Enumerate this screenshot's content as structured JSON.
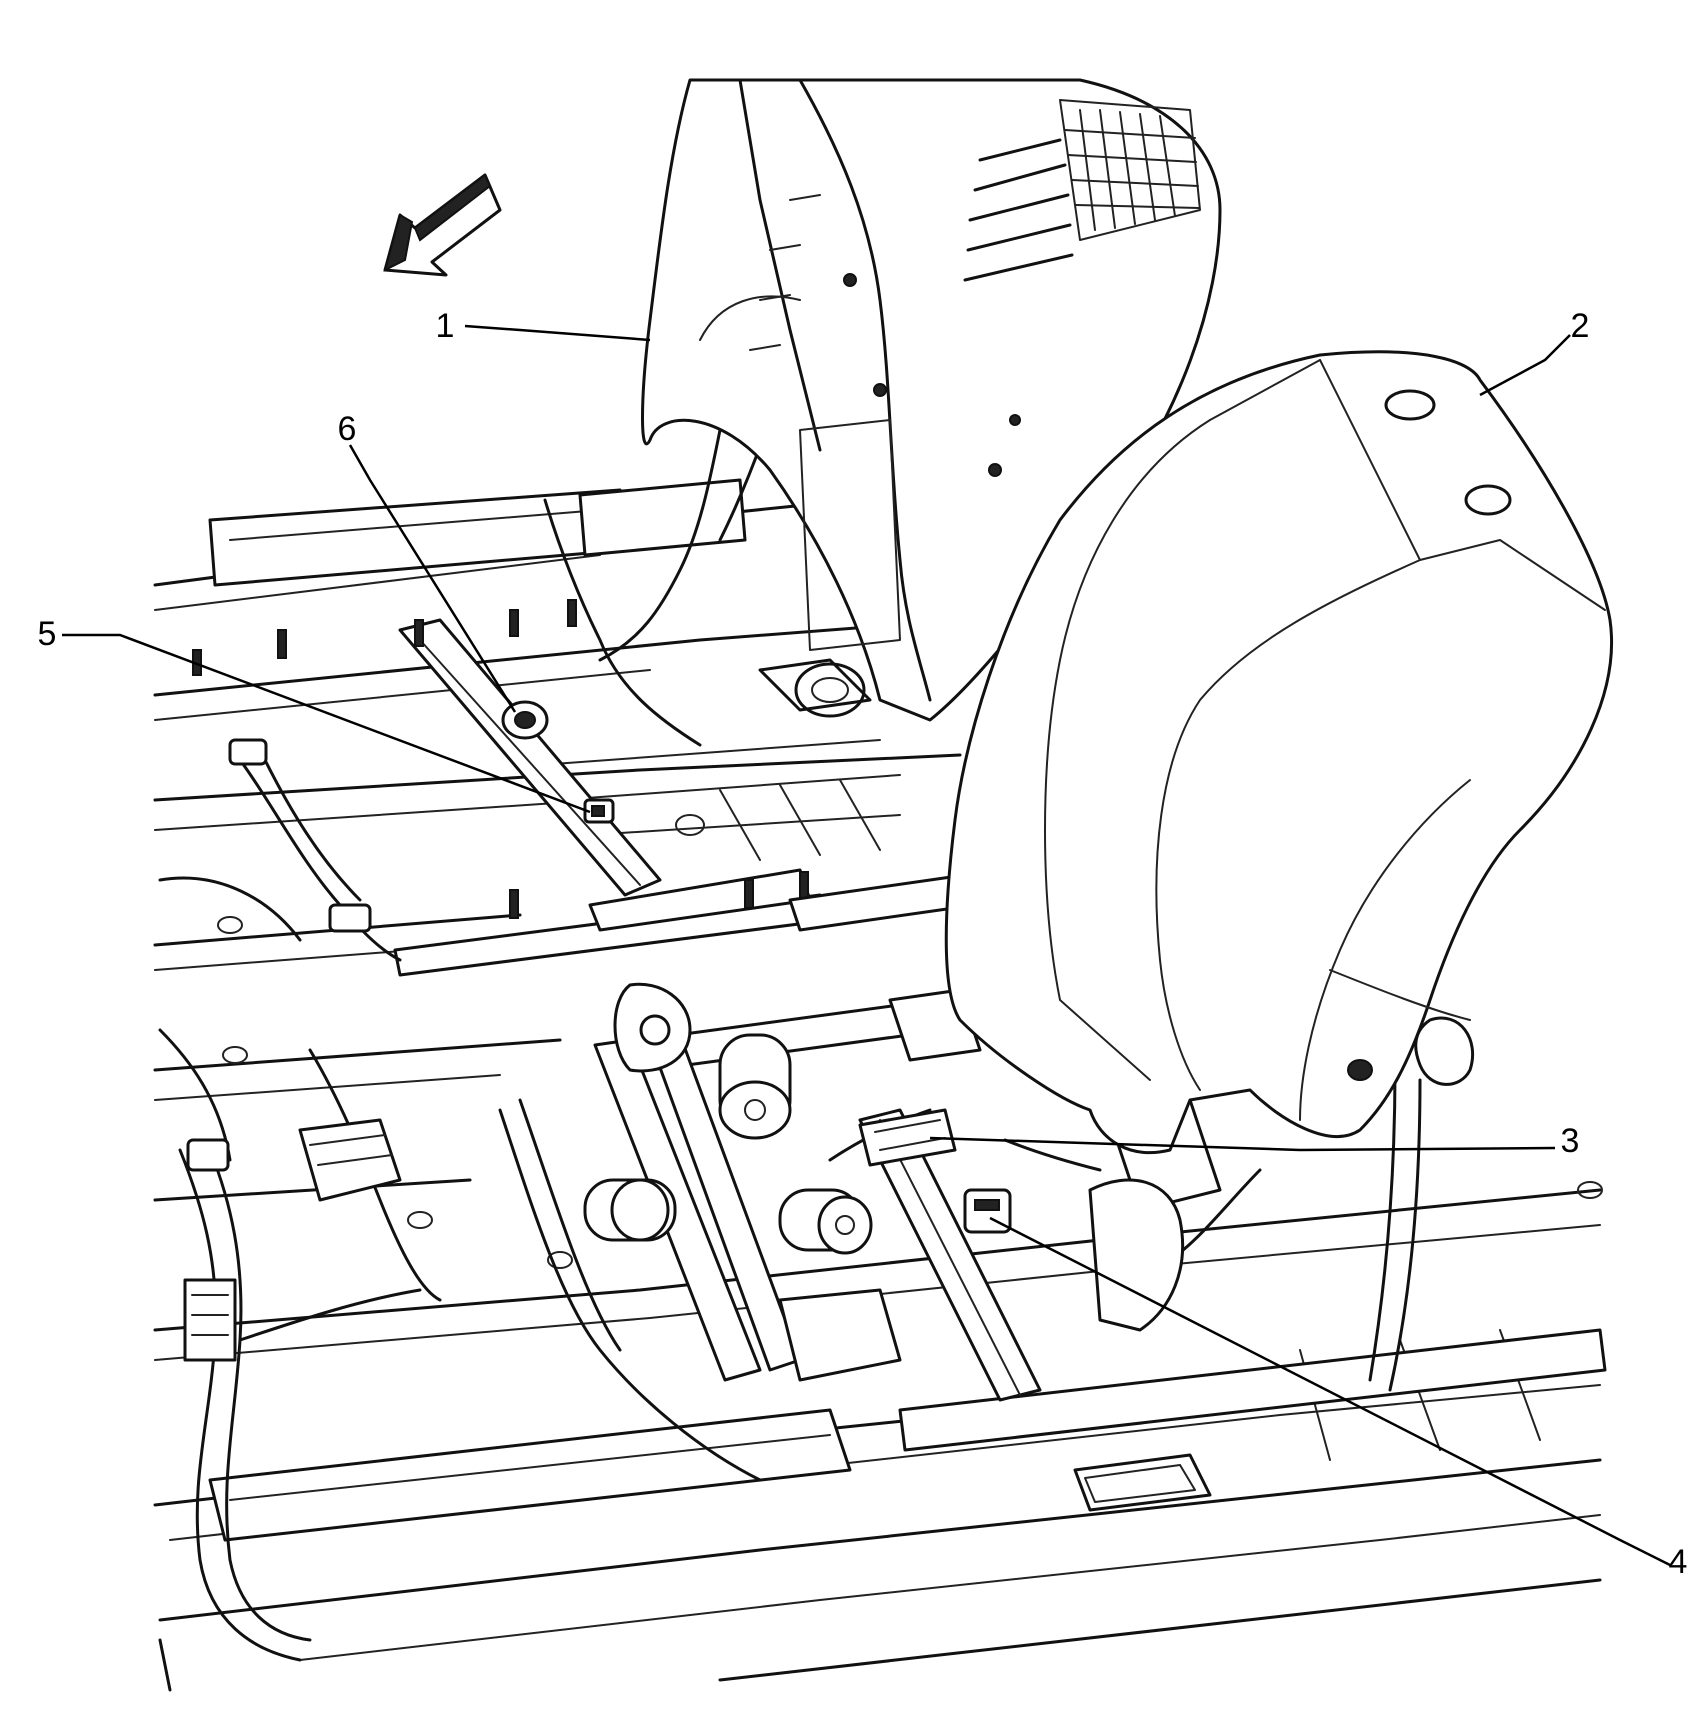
{
  "callouts": [
    {
      "id": "1",
      "label": "1"
    },
    {
      "id": "2",
      "label": "2"
    },
    {
      "id": "3",
      "label": "3"
    },
    {
      "id": "4",
      "label": "4"
    },
    {
      "id": "5",
      "label": "5"
    },
    {
      "id": "6",
      "label": "6"
    }
  ],
  "icons": {
    "direction_arrow": "front-direction-arrow-icon"
  },
  "colors": {
    "line": "#111111",
    "background": "#ffffff"
  }
}
